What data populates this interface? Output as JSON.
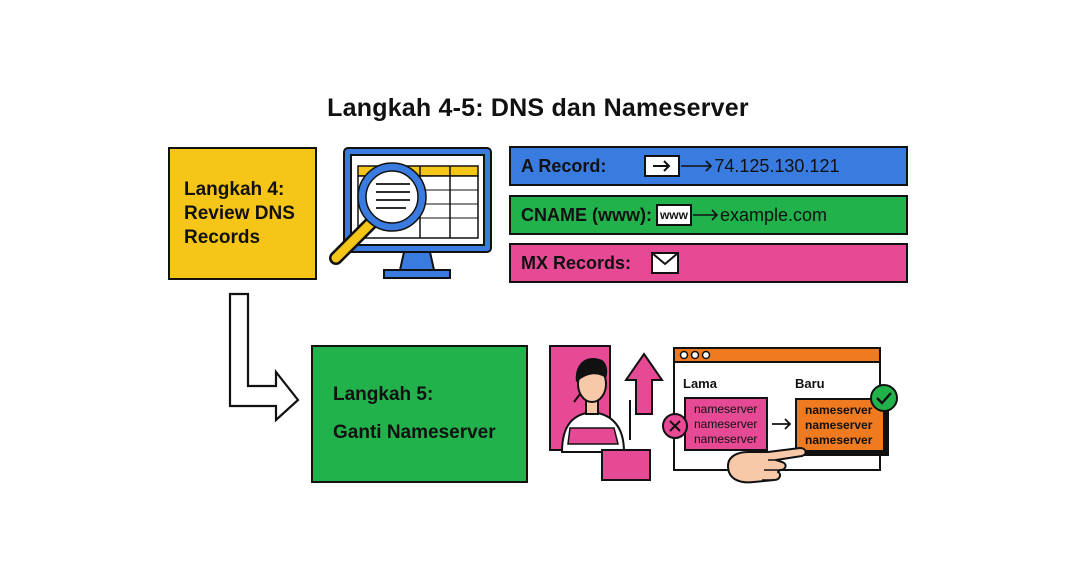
{
  "title": "Langkah 4-5: DNS dan Nameserver",
  "step4": {
    "lines": [
      "Langkah 4:",
      "Review DNS",
      "Records"
    ]
  },
  "step5": {
    "lines": [
      "Langkah 5:",
      "Ganti Nameserver"
    ]
  },
  "records": [
    {
      "label": "A Record:",
      "icon": "arrow-right-icon",
      "value": "74.125.130.121"
    },
    {
      "label": "CNAME (www):",
      "chip": "www",
      "value": "example.com"
    },
    {
      "label": "MX Records:",
      "icon": "envelope-icon"
    }
  ],
  "nameserver_panel": {
    "old_label": "Lama",
    "new_label": "Baru",
    "old_items": [
      "nameserver",
      "nameserver",
      "nameserver"
    ],
    "new_items": [
      "nameserver",
      "nameserver",
      "nameserver"
    ]
  },
  "colors": {
    "yellow": "#f5c518",
    "green": "#22b24c",
    "blue": "#3a7be0",
    "pink": "#e64a95",
    "orange": "#f07a20"
  }
}
